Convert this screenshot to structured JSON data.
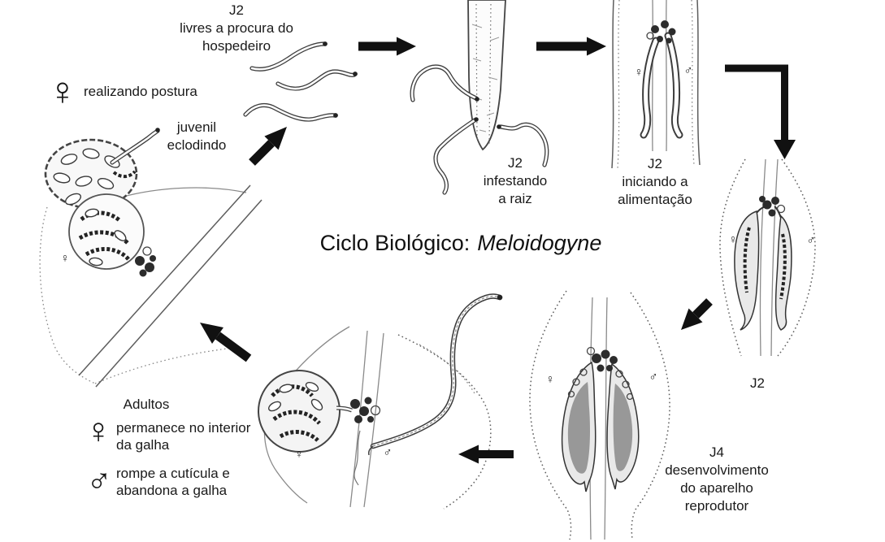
{
  "background": "#ffffff",
  "ink_color": "#1a1a1a",
  "arrow_color": "#111111",
  "title": {
    "prefix": "Ciclo Biológico:",
    "species": "Meloidogyne"
  },
  "symbols": {
    "female": "♀",
    "male": "♂"
  },
  "labels": {
    "j2_free": "J2\nlivres a procura do\nhospedeiro",
    "female_posture": "realizando postura",
    "juvenile_hatching": "juvenil\neclodindo",
    "j2_infesting_root": "J2\ninfestando\na raiz",
    "j2_feeding": "J2\niniciando a\nalimentação",
    "j2_stage": "J2",
    "j4_stage": "J4\ndesenvolvimento\ndo aparelho\nreprodutor"
  },
  "legend": {
    "heading": "Adultos",
    "female_text": "permanece no interior\nda galha",
    "male_text": "rompe a cutícula e\nabandona a galha"
  }
}
